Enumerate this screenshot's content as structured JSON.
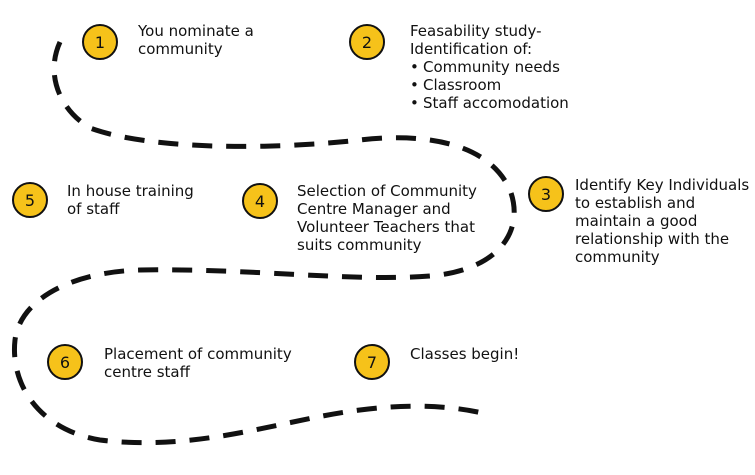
{
  "colors": {
    "badge_fill": "#f6c21a",
    "badge_border": "#111111",
    "path_stroke": "#111111",
    "text": "#111111"
  },
  "steps": [
    {
      "number": "1",
      "lines": [
        "You nominate a",
        "community"
      ]
    },
    {
      "number": "2",
      "lines": [
        "Feasability study-",
        "Identification of:"
      ],
      "bullets": [
        "Community needs",
        "Classroom",
        "Staff accomodation"
      ]
    },
    {
      "number": "3",
      "lines": [
        "Identify Key Individuals",
        "to establish and",
        "maintain a good",
        "relationship with the",
        "community"
      ]
    },
    {
      "number": "4",
      "lines": [
        "Selection of Community",
        "Centre Manager and",
        "Volunteer Teachers that",
        "suits community"
      ]
    },
    {
      "number": "5",
      "lines": [
        "In house training",
        "of staff"
      ]
    },
    {
      "number": "6",
      "lines": [
        "Placement of community",
        "centre staff"
      ]
    },
    {
      "number": "7",
      "lines": [
        "Classes begin!"
      ]
    }
  ]
}
